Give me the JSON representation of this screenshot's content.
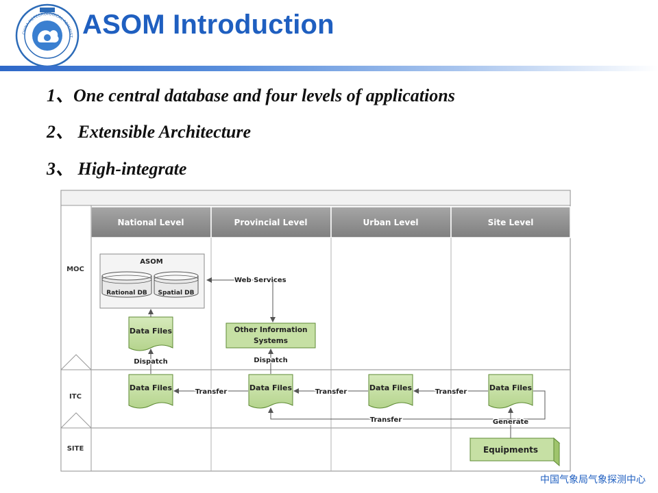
{
  "header": {
    "title": "ASOM Introduction",
    "logo_text": "CHINA METEOROLOGICAL ADMINISTRATION"
  },
  "points": [
    "1、One central database and four levels of applications",
    "2、 Extensible Architecture",
    "3、 High-integrate"
  ],
  "diagram": {
    "columns": [
      "National Level",
      "Provincial Level",
      "Urban Level",
      "Site Level"
    ],
    "rows": [
      "MOC",
      "ITC",
      "SITE"
    ],
    "asom": {
      "title": "ASOM",
      "db1": "Rational DB",
      "db2": "Spatial DB"
    },
    "web_services": "Web Services",
    "other_info_line1": "Other Information",
    "other_info_line2": "Systems",
    "data_files": "Data Files",
    "dispatch": "Dispatch",
    "transfer": "Transfer",
    "generate": "Generate",
    "equipments": "Equipments"
  },
  "footer": {
    "text": "中国气象局气象探测中心"
  },
  "colors": {
    "title": "#1f5fc0",
    "header_cell": "#8c8c8c",
    "doc_fill": "#c6e0a4",
    "doc_stroke": "#5e8a34"
  }
}
